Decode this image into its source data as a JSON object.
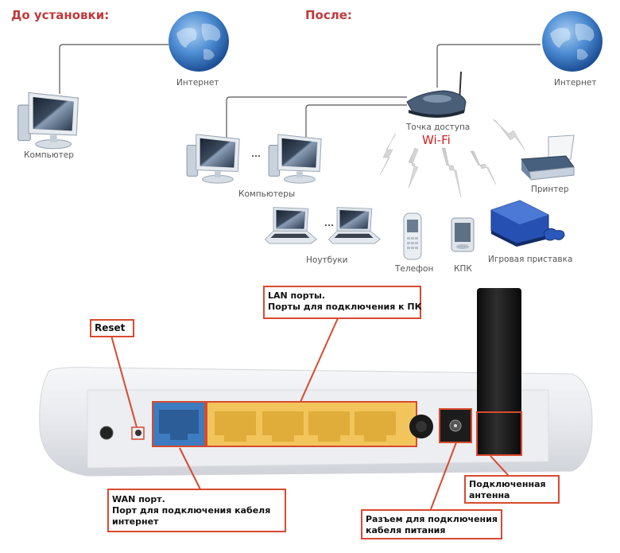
{
  "diagram": {
    "before": {
      "title": "До установки:",
      "nodes": {
        "internet": "Интернет",
        "computer": "Компьютер"
      }
    },
    "after": {
      "title": "После:",
      "nodes": {
        "internet": "Интернет",
        "access_point": "Точка доступа",
        "access_point_type": "Wi-Fi",
        "computers": "Компьютеры",
        "laptops": "Ноутбуки",
        "phone": "Телефон",
        "pda": "КПК",
        "printer": "Принтер",
        "game_console": "Игровая приставка",
        "ellipsis": "..."
      }
    }
  },
  "router_callouts": {
    "reset": {
      "lines": [
        "Reset"
      ]
    },
    "lan": {
      "lines": [
        "LAN порты.",
        "Порты для подключения к ПК"
      ]
    },
    "wan": {
      "lines": [
        "WAN порт.",
        "Порт для подключения кабеля",
        "интернет"
      ]
    },
    "power": {
      "lines": [
        "Разъем для подключения",
        "кабеля питания"
      ]
    },
    "antenna": {
      "lines": [
        "Подключенная",
        "антенна"
      ]
    }
  },
  "colors": {
    "title_red": "#c0393b",
    "wifi_red": "#d62020",
    "callout_border": "#d84a2e",
    "wan_blue": "#3d7cc0",
    "lan_yellow": "#f2c55c"
  }
}
